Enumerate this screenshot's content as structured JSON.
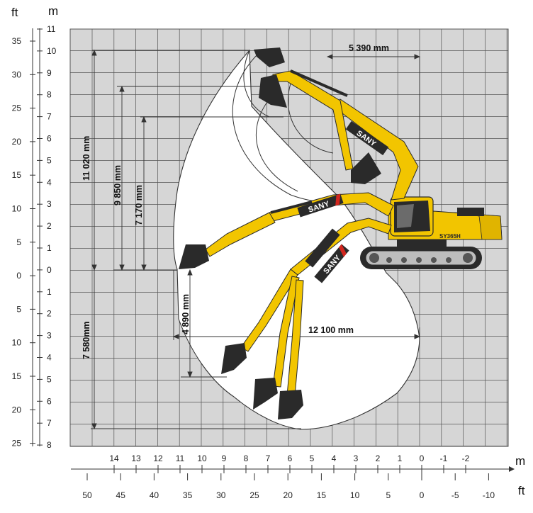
{
  "units": {
    "ft": "ft",
    "m": "m"
  },
  "left_ft_labels": [
    "35",
    "30",
    "25",
    "20",
    "15",
    "10",
    "5",
    "0",
    "5",
    "10",
    "15",
    "20",
    "25"
  ],
  "left_m_labels": [
    "11",
    "10",
    "9",
    "8",
    "7",
    "6",
    "5",
    "4",
    "3",
    "2",
    "1",
    "0",
    "1",
    "2",
    "3",
    "4",
    "5",
    "6",
    "7",
    "8"
  ],
  "bottom_m_labels": [
    "14",
    "13",
    "12",
    "11",
    "10",
    "9",
    "8",
    "7",
    "6",
    "5",
    "4",
    "3",
    "2",
    "1",
    "0",
    "-1",
    "-2"
  ],
  "bottom_ft_labels": [
    "50",
    "45",
    "40",
    "35",
    "30",
    "25",
    "20",
    "15",
    "10",
    "5",
    "0",
    "-5",
    "-10"
  ],
  "dimensions": {
    "reach_top": "5 390 mm",
    "max_height": "11 020 mm",
    "dump_height": "9 850 mm",
    "dump_height_min": "7 170 mm",
    "vertical_wall_depth": "4 890 mm",
    "max_depth": "7 580mm",
    "max_reach": "12 100 mm"
  },
  "machine": {
    "brand": "SANY",
    "model": "SY365H"
  },
  "colors": {
    "grid_bg": "#d6d6d6",
    "envelope": "#ffffff",
    "boom_yellow": "#f2c500",
    "dark": "#2a2a2a",
    "brand_red": "#d2261e"
  }
}
